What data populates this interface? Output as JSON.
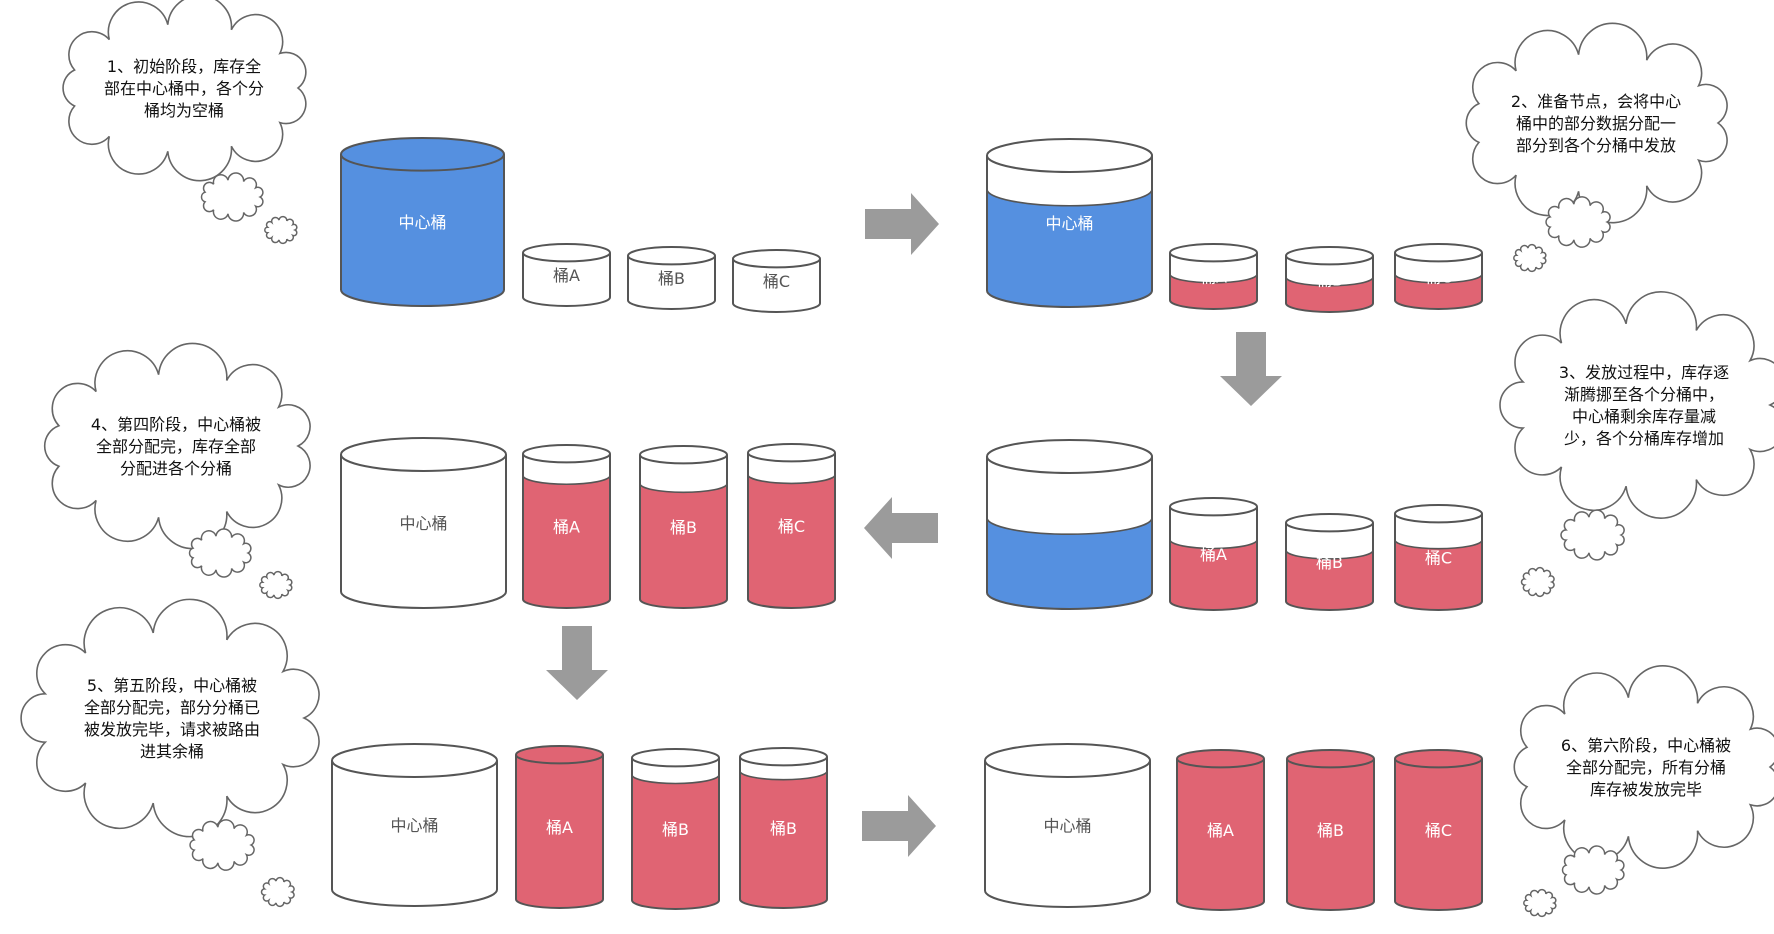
{
  "colors": {
    "blue_fill": "#5590e0",
    "red_fill": "#e06473",
    "outline": "#555555",
    "arrow": "#9b9b9b",
    "empty_fill": "#ffffff"
  },
  "bucket_names": {
    "center": "中心桶",
    "a": "桶A",
    "b": "桶B",
    "c": "桶C"
  },
  "stages": [
    {
      "id": 1,
      "bubble": [
        "1、初始阶段，库存全",
        "部在中心桶中，各个分",
        "桶均为空桶"
      ],
      "center_fill": 1.0,
      "buckets": [
        {
          "label": "桶A",
          "fill": 0.0
        },
        {
          "label": "桶B",
          "fill": 0.0
        },
        {
          "label": "桶C",
          "fill": 0.0
        }
      ]
    },
    {
      "id": 2,
      "bubble": [
        "2、准备节点，会将中心",
        "桶中的部分数据分配一",
        "部分到各个分桶中发放"
      ],
      "center_fill": 0.75,
      "buckets": [
        {
          "label": "桶A",
          "fill": 0.55
        },
        {
          "label": "桶B",
          "fill": 0.55
        },
        {
          "label": "桶C",
          "fill": 0.55
        }
      ]
    },
    {
      "id": 3,
      "bubble": [
        "3、发放过程中，库存逐",
        "渐腾挪至各个分桶中，",
        "中心桶剩余库存量减",
        "少，各个分桶库存增加"
      ],
      "center_fill": 0.55,
      "buckets": [
        {
          "label": "桶A",
          "fill": 0.65
        },
        {
          "label": "桶B",
          "fill": 0.65
        },
        {
          "label": "桶C",
          "fill": 0.7
        }
      ]
    },
    {
      "id": 4,
      "bubble": [
        "4、第四阶段，中心桶被",
        "全部分配完，库存全部",
        "分配进各个分桶"
      ],
      "center_fill": 0.0,
      "buckets": [
        {
          "label": "桶A",
          "fill": 0.85
        },
        {
          "label": "桶B",
          "fill": 0.8
        },
        {
          "label": "桶C",
          "fill": 0.85
        }
      ]
    },
    {
      "id": 5,
      "bubble": [
        "5、第五阶段，中心桶被",
        "全部分配完，部分分桶已",
        "被发放完毕，请求被路由",
        "进其余桶"
      ],
      "center_fill": 0.0,
      "buckets": [
        {
          "label": "桶A",
          "fill": 1.0
        },
        {
          "label": "桶B",
          "fill": 0.88
        },
        {
          "label": "桶B",
          "fill": 0.9
        }
      ]
    },
    {
      "id": 6,
      "bubble": [
        "6、第六阶段，中心桶被",
        "全部分配完，所有分桶",
        "库存被发放完毕"
      ],
      "center_fill": 0.0,
      "buckets": [
        {
          "label": "桶A",
          "fill": 1.0
        },
        {
          "label": "桶B",
          "fill": 1.0
        },
        {
          "label": "桶C",
          "fill": 1.0
        }
      ]
    }
  ],
  "flow_arrows": [
    {
      "from": 1,
      "to": 2,
      "direction": "right"
    },
    {
      "from": 2,
      "to": 3,
      "direction": "down"
    },
    {
      "from": 3,
      "to": 4,
      "direction": "left"
    },
    {
      "from": 4,
      "to": 5,
      "direction": "down"
    },
    {
      "from": 5,
      "to": 6,
      "direction": "right"
    }
  ]
}
